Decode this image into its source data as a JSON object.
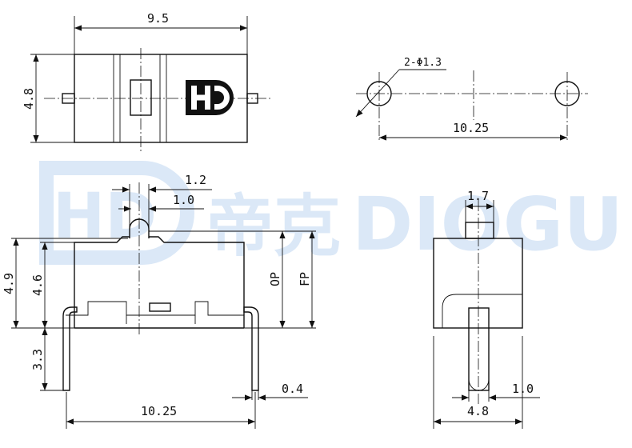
{
  "watermark": {
    "badge": "HD",
    "chinese": "帝克",
    "latin": "DIOGU"
  },
  "logo": {
    "text": "HD"
  },
  "dimensions": {
    "top_width": "9.5",
    "top_height": "4.8",
    "hole_spec": "2-Φ1.3",
    "hole_spacing": "10.25",
    "actuator_width": "1.2",
    "actuator_inner": "1.0",
    "total_height": "4.9",
    "body_height": "4.6",
    "pin_length": "3.3",
    "op_label": "OP",
    "fp_label": "FP",
    "pin_thickness": "0.4",
    "pin_spacing": "10.25",
    "side_actuator_width": "1.7",
    "side_pin_width": "1.0",
    "side_width": "4.8"
  }
}
